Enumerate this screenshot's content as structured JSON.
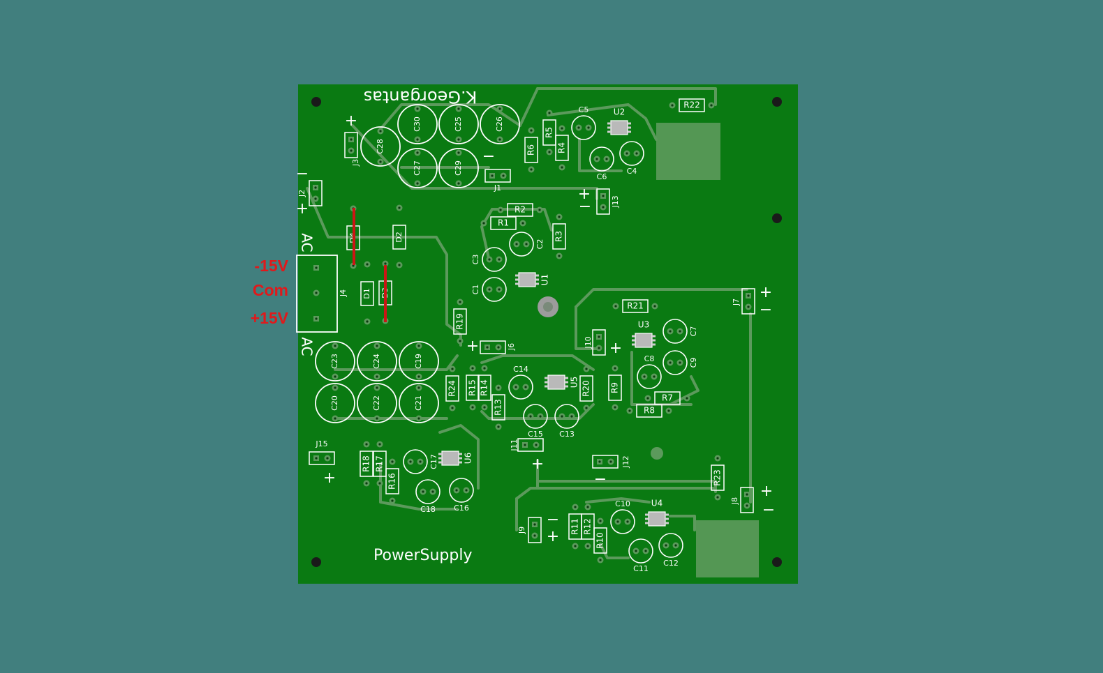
{
  "board": {
    "colors": {
      "background": "#417f7e",
      "pcb": "#0a7a12",
      "trace": "#5c9a5c",
      "copper_pad": "#5c9a5c",
      "silk": "#ffffff",
      "annotation": "#e0191b",
      "jumper_wire": "#cc1515"
    },
    "author_text": "K.Georgantas",
    "title_text": "PowerSupply",
    "input_labels": [
      "-15V",
      "Com",
      "+15V"
    ],
    "ac_label": "AC",
    "polarity": {
      "plus": "+",
      "minus": "−"
    },
    "resistors": [
      "R1",
      "R2",
      "R3",
      "R4",
      "R5",
      "R6",
      "R7",
      "R8",
      "R9",
      "R10",
      "R11",
      "R12",
      "R13",
      "R14",
      "R15",
      "R16",
      "R17",
      "R18",
      "R19",
      "R20",
      "R21",
      "R22",
      "R23",
      "R24"
    ],
    "large_capacitors": [
      "C19",
      "C20",
      "C21",
      "C22",
      "C23",
      "C24",
      "C25",
      "C26",
      "C27",
      "C28",
      "C29",
      "C30"
    ],
    "small_capacitors": [
      "C1",
      "C2",
      "C3",
      "C4",
      "C5",
      "C6",
      "C7",
      "C8",
      "C9",
      "C10",
      "C11",
      "C12",
      "C13",
      "C14",
      "C15",
      "C16",
      "C17",
      "C18"
    ],
    "ics": [
      "U1",
      "U2",
      "U3",
      "U4",
      "U5",
      "U6"
    ],
    "connectors": [
      "J1",
      "J2",
      "J3",
      "J4",
      "J6",
      "J7",
      "J8",
      "J9",
      "J10",
      "J11",
      "J12",
      "J13",
      "J15"
    ],
    "diodes": [
      "D1",
      "D2",
      "D3",
      "D4"
    ]
  }
}
